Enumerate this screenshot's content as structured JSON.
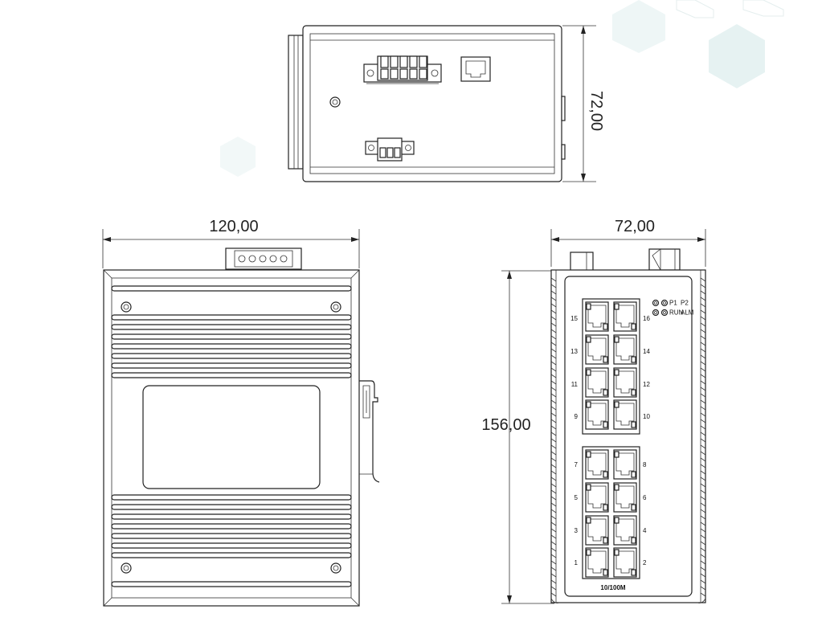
{
  "dimensions": {
    "top_height": "72,00",
    "front_width": "120,00",
    "side_width": "72,00",
    "side_height": "156,00"
  },
  "ports": {
    "left_column": [
      "15",
      "13",
      "11",
      "9",
      "7",
      "5",
      "3",
      "1"
    ],
    "right_column": [
      "16",
      "14",
      "12",
      "10",
      "8",
      "6",
      "4",
      "2"
    ],
    "speed_label": "10/100M"
  },
  "leds": {
    "p1": "P1",
    "p2": "P2",
    "run": "RUN",
    "alm": "ALM"
  },
  "colors": {
    "line": "#222222",
    "hexagon_fill": "#e6f2f2"
  }
}
